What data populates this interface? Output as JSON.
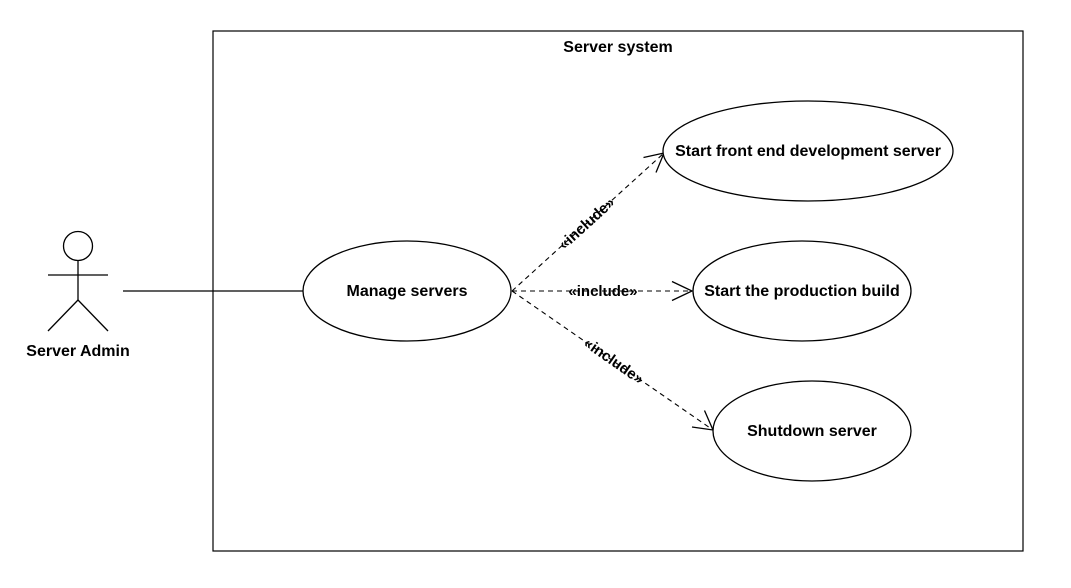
{
  "system": {
    "title": "Server system"
  },
  "actor": {
    "name": "Server Admin"
  },
  "use_cases": {
    "manage": "Manage servers",
    "front_end": "Start front end development server",
    "production": "Start the production build",
    "shutdown": "Shutdown server"
  },
  "relations": {
    "include_front_end": "«include»",
    "include_production": "«include»",
    "include_shutdown": "«include»"
  },
  "colors": {
    "line": "#000000",
    "background": "#ffffff"
  }
}
